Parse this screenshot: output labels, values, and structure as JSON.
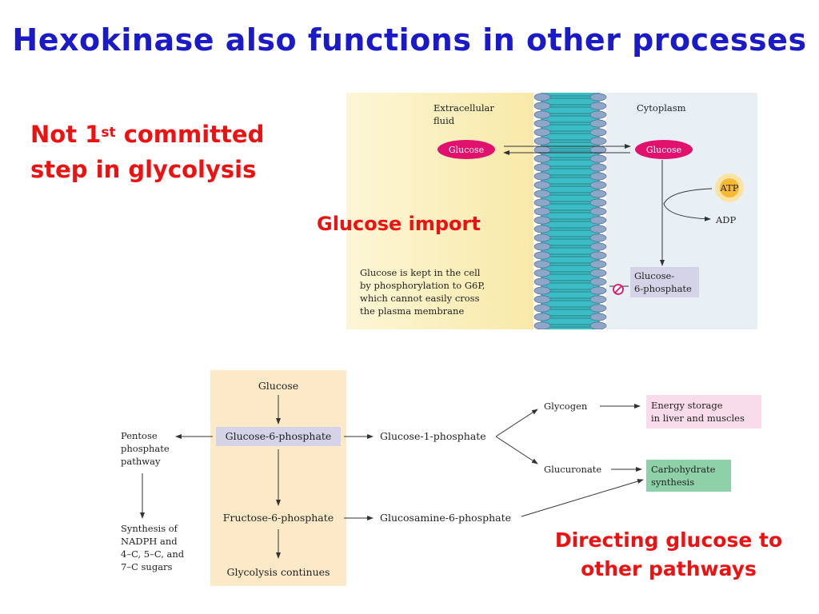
{
  "title": "Hexokinase also functions in other processes",
  "note_committed": {
    "line1_a": "Not 1",
    "line1_sup": "st",
    "line1_b": " committed",
    "line2": "step in glycolysis"
  },
  "label_import": "Glucose import",
  "label_directing": "Directing glucose to other pathways",
  "membrane_figure": {
    "extracellular": [
      "Extracellular",
      "fluid"
    ],
    "cytoplasm": "Cytoplasm",
    "glucose_out": "Glucose",
    "glucose_in": "Glucose",
    "atp": "ATP",
    "adp": "ADP",
    "g6p": [
      "Glucose-",
      "6-phosphate"
    ],
    "caption": [
      "Glucose is kept in the cell",
      "by phosphorylation to G6P,",
      "which cannot easily cross",
      "the plasma membrane"
    ]
  },
  "pathway_figure": {
    "glucose": "Glucose",
    "g6p": "Glucose-6-phosphate",
    "f6p": "Fructose-6-phosphate",
    "glycolysis": "Glycolysis continues",
    "pentose": [
      "Pentose",
      "phosphate",
      "pathway"
    ],
    "synthesis": [
      "Synthesis of",
      "NADPH and",
      "4–C, 5–C, and",
      "7–C sugars"
    ],
    "g1p": "Glucose-1-phosphate",
    "glycogen": "Glycogen",
    "glucuronate": "Glucuronate",
    "glucosamine": "Glucosamine-6-phosphate",
    "energy": [
      "Energy storage",
      "in liver and muscles"
    ],
    "carbo": [
      "Carbohydrate",
      "synthesis"
    ]
  },
  "colors": {
    "title": "#1a1ac8",
    "accent_red": "#ee1111",
    "glucose_pill": "#e0126e",
    "atp": "#f5b935",
    "membrane": "#3cbcc4"
  }
}
